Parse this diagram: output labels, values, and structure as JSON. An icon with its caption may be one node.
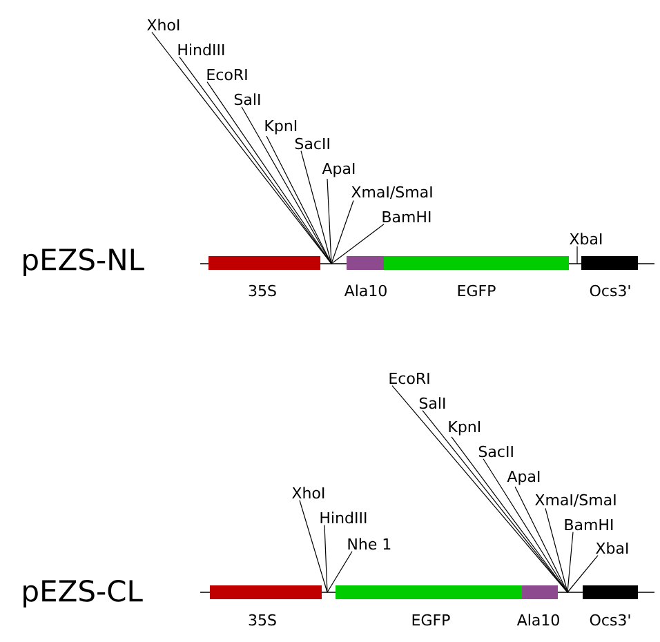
{
  "diagram": {
    "nodes": [
      {
        "text": [
          "XhoI"
        ]
      },
      {
        "text": [
          "HindIII"
        ]
      },
      {
        "text": [
          "EcoRI"
        ]
      },
      {
        "text": [
          "SalI"
        ]
      },
      {
        "text": [
          "KpnI"
        ]
      },
      {
        "text": [
          "SacII"
        ]
      },
      {
        "text": [
          "ApaI"
        ]
      },
      {
        "text": [
          "XmaI/SmaI"
        ]
      },
      {
        "text": [
          "BamHI"
        ]
      },
      {
        "text": [
          "XbaI"
        ]
      },
      {
        "text": [
          "35S"
        ]
      },
      {
        "text": [
          "Ala10"
        ]
      },
      {
        "text": [
          "EGFP"
        ]
      },
      {
        "text": [
          "Ocs3'"
        ]
      },
      {
        "text": [
          "EcoRI"
        ]
      },
      {
        "text": [
          "SalI"
        ]
      },
      {
        "text": [
          "KpnI"
        ]
      },
      {
        "text": [
          "SacII"
        ]
      },
      {
        "text": [
          "ApaI"
        ]
      },
      {
        "text": [
          "XmaI/SmaI"
        ]
      },
      {
        "text": [
          "BamHI"
        ]
      },
      {
        "text": [
          "XbaI"
        ]
      },
      {
        "text": [
          "XhoI"
        ]
      },
      {
        "text": [
          "HindIII"
        ]
      },
      {
        "text": [
          "Nhe 1"
        ]
      },
      {
        "text": [
          "35S"
        ]
      },
      {
        "text": [
          "EGFP"
        ]
      },
      {
        "text": [
          "Ala10"
        ]
      },
      {
        "text": [
          "Ocs3'"
        ]
      },
      {
        "text": [],
        "shape": "line"
      },
      {
        "text": [],
        "shape": "line"
      }
    ],
    "edges": [
      {
        "from": 0,
        "to": 29,
        "arrow": "none"
      },
      {
        "from": 1,
        "to": 29,
        "arrow": "none"
      },
      {
        "from": 2,
        "to": 29,
        "arrow": "none"
      },
      {
        "from": 3,
        "to": 29,
        "arrow": "none"
      },
      {
        "from": 4,
        "to": 29,
        "arrow": "none"
      },
      {
        "from": 5,
        "to": 29,
        "arrow": "none"
      },
      {
        "from": 6,
        "to": 29,
        "arrow": "none"
      },
      {
        "from": 7,
        "to": 29,
        "arrow": "none"
      },
      {
        "from": 8,
        "to": 29,
        "arrow": "none"
      },
      {
        "from": 9,
        "to": 29,
        "arrow": "none"
      },
      {
        "from": 14,
        "to": 30,
        "arrow": "none"
      },
      {
        "from": 15,
        "to": 30,
        "arrow": "none"
      },
      {
        "from": 16,
        "to": 30,
        "arrow": "none"
      },
      {
        "from": 17,
        "to": 30,
        "arrow": "none"
      },
      {
        "from": 18,
        "to": 30,
        "arrow": "none"
      },
      {
        "from": 19,
        "to": 30,
        "arrow": "none"
      },
      {
        "from": 20,
        "to": 30,
        "arrow": "none"
      },
      {
        "from": 21,
        "to": 30,
        "arrow": "none"
      },
      {
        "from": 22,
        "to": 30,
        "arrow": "none"
      },
      {
        "from": 23,
        "to": 30,
        "arrow": "none"
      },
      {
        "from": 24,
        "to": 30,
        "arrow": "none"
      }
    ],
    "labels": [
      "pEZS-NL",
      "pEZS-CL"
    ]
  }
}
